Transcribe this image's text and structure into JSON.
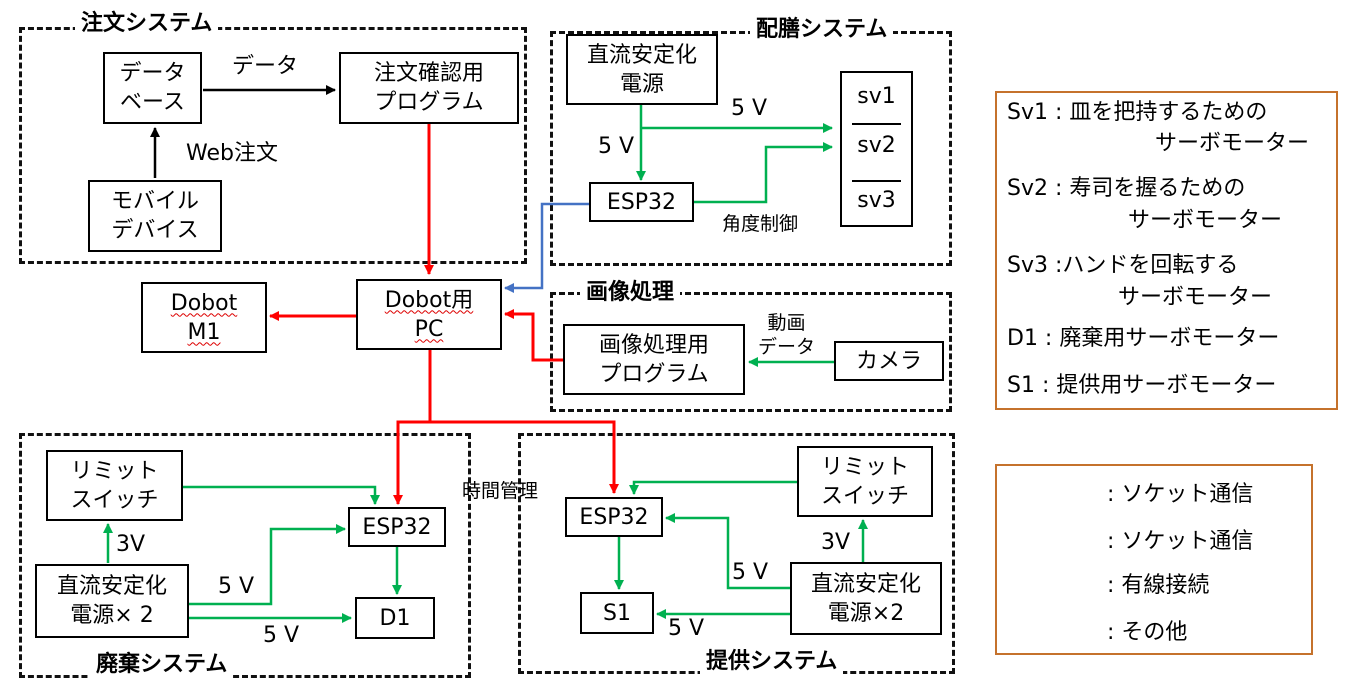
{
  "groups": {
    "order": "注文システム",
    "serving": "配膳システム",
    "image": "画像処理",
    "disposal": "廃棄システム",
    "provide": "提供システム"
  },
  "boxes": {
    "database": "データ\nベース",
    "order_check": "注文確認用\nプログラム",
    "mobile": "モバイル\nデバイス",
    "power_serving": "直流安定化\n電源",
    "esp32_serving": "ESP32",
    "dobot_m1": "Dobot\nM1",
    "dobot_pc": "Dobot用\nPC",
    "image_program": "画像処理用\nプログラム",
    "camera": "カメラ",
    "limit_left": "リミット\nスイッチ",
    "esp32_left": "ESP32",
    "power_left": "直流安定化\n電源× 2",
    "d1": "D1",
    "esp32_right": "ESP32",
    "limit_right": "リミット\nスイッチ",
    "s1": "S1",
    "power_right": "直流安定化\n電源×2"
  },
  "servos": [
    "sv1",
    "sv2",
    "sv3"
  ],
  "labels": {
    "data": "データ",
    "web_order": "Web注文",
    "v5_serving_top": "5 V",
    "v5_serving_left": "5 V",
    "angle_control": "角度制御",
    "video_data": "動画\nデータ",
    "time_mgmt": "時間管理",
    "v3_left": "3V",
    "v5_left_top": "5 V",
    "v5_left_bottom": "5 V",
    "v3_right": "3V",
    "v5_right_top": "5 V",
    "v5_right_bottom": "5 V"
  },
  "notes": [
    "Sv1 : 皿を把持するための",
    "サーボモーター",
    "Sv2 : 寿司を握るための",
    "サーボモーター",
    "Sv3 :ハンドを回転する",
    "サーボモーター",
    "D1 : 廃棄用サーボモーター",
    "S1 : 提供用サーボモーター"
  ],
  "legend": [
    {
      "label": ": ソケット通信",
      "color": "#ff0000"
    },
    {
      "label": ": ソケット通信",
      "color": "#4472c4"
    },
    {
      "label": ": 有線接続",
      "color": "#00b050"
    },
    {
      "label": ": その他",
      "color": "#000000"
    }
  ],
  "colors": {
    "socket_red": "#ff0000",
    "socket_blue": "#4472c4",
    "wired_green": "#00b050",
    "other_black": "#000000",
    "notes_border": "#c5722c"
  }
}
